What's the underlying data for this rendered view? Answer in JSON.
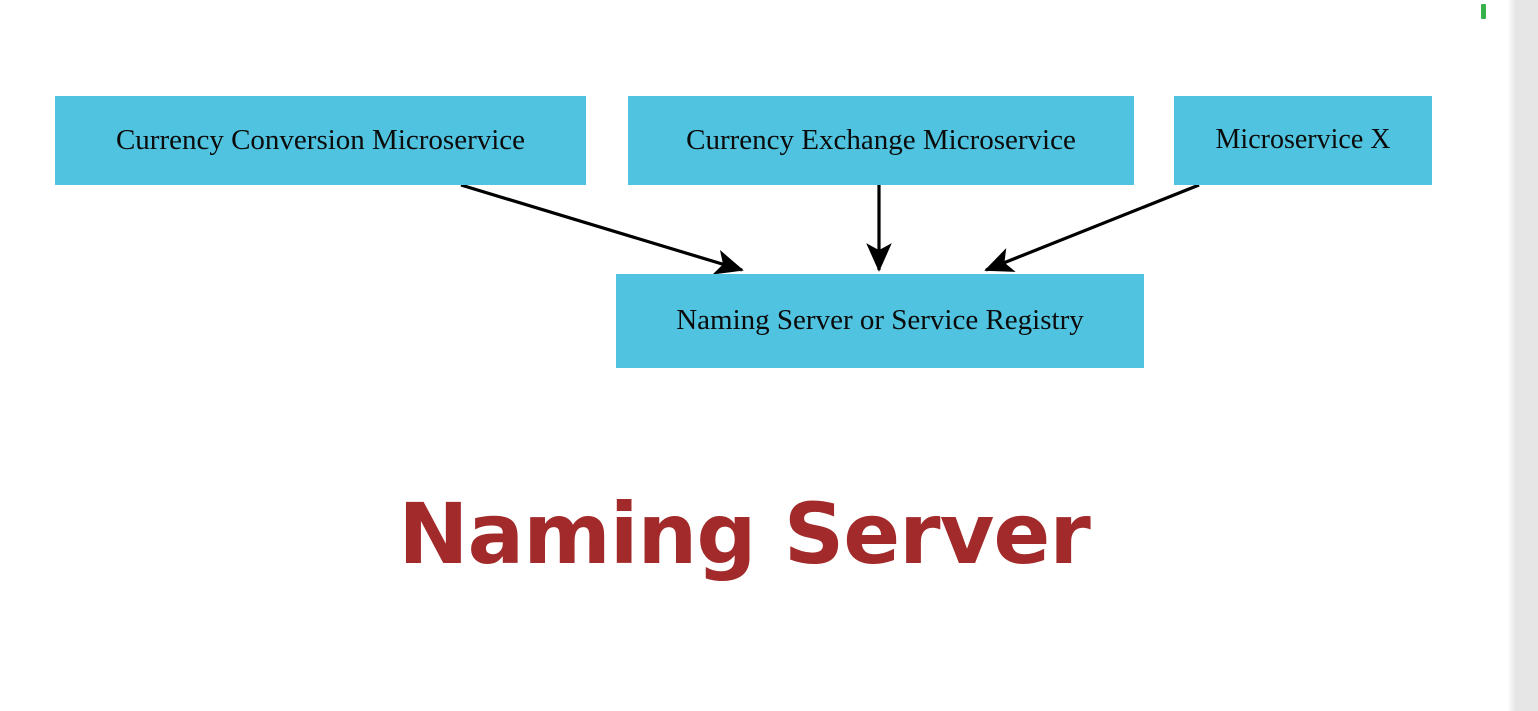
{
  "slide": {
    "title": "Naming Server",
    "title_color": "#A32A2A",
    "background_color": "#ffffff"
  },
  "diagram": {
    "type": "flow-diagram",
    "node_fill_color": "#4FC3DF",
    "node_text_color": "#0b0b0b",
    "arrow_color": "#000000",
    "nodes": [
      {
        "id": "conversion",
        "label": "Currency Conversion Microservice",
        "role": "client-service"
      },
      {
        "id": "exchange",
        "label": "Currency Exchange Microservice",
        "role": "client-service"
      },
      {
        "id": "msx",
        "label": "Microservice X",
        "role": "client-service"
      },
      {
        "id": "registry",
        "label": "Naming Server or Service Registry",
        "role": "registry"
      }
    ],
    "edges": [
      {
        "from": "conversion",
        "to": "registry",
        "direction": "to"
      },
      {
        "from": "exchange",
        "to": "registry",
        "direction": "to"
      },
      {
        "from": "msx",
        "to": "registry",
        "direction": "to"
      }
    ]
  },
  "chrome": {
    "gutter_color": "#e6e6e6",
    "marker_color": "#36b24a"
  }
}
